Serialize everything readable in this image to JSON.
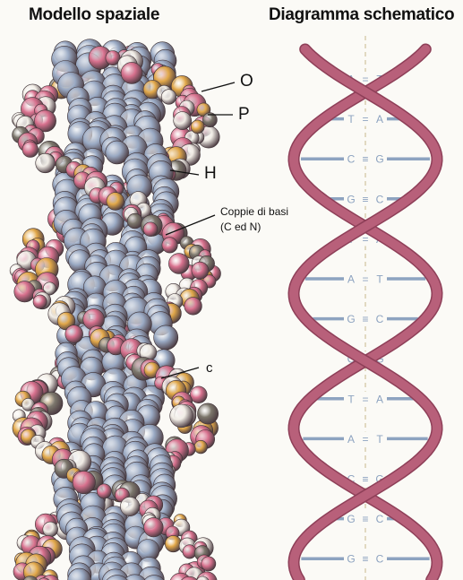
{
  "titles": {
    "left": "Modello spaziale",
    "right": "Diagramma schematico"
  },
  "space_model_labels": {
    "oxygen": "O",
    "phosphorus": "P",
    "hydrogen": "H",
    "base_pairs_line1": "Coppie di basi",
    "base_pairs_line2": "(C ed N)",
    "carbon": "c"
  },
  "schematic_base_pairs": [
    {
      "left": "A",
      "bond": "=",
      "right": "T"
    },
    {
      "left": "T",
      "bond": "=",
      "right": "A"
    },
    {
      "left": "C",
      "bond": "≡",
      "right": "G"
    },
    {
      "left": "G",
      "bond": "≡",
      "right": "C"
    },
    {
      "left": "T",
      "bond": "=",
      "right": "A"
    },
    {
      "left": "A",
      "bond": "=",
      "right": "T"
    },
    {
      "left": "G",
      "bond": "≡",
      "right": "C"
    },
    {
      "left": "C",
      "bond": "≡",
      "right": "G"
    },
    {
      "left": "T",
      "bond": "=",
      "right": "A"
    },
    {
      "left": "A",
      "bond": "=",
      "right": "T"
    },
    {
      "left": "C",
      "bond": "≡",
      "right": "G"
    },
    {
      "left": "G",
      "bond": "≡",
      "right": "C"
    },
    {
      "left": "G",
      "bond": "≡",
      "right": "C"
    }
  ],
  "colors": {
    "backbone": "#b8607a",
    "backbone_dark": "#8e3f58",
    "base_rung": "#8da3c0",
    "atom_blue": "#9aaac4",
    "atom_pink": "#d9728f",
    "atom_orange": "#e3a94a",
    "atom_white": "#f1ede6",
    "atom_gray": "#7c776c"
  }
}
